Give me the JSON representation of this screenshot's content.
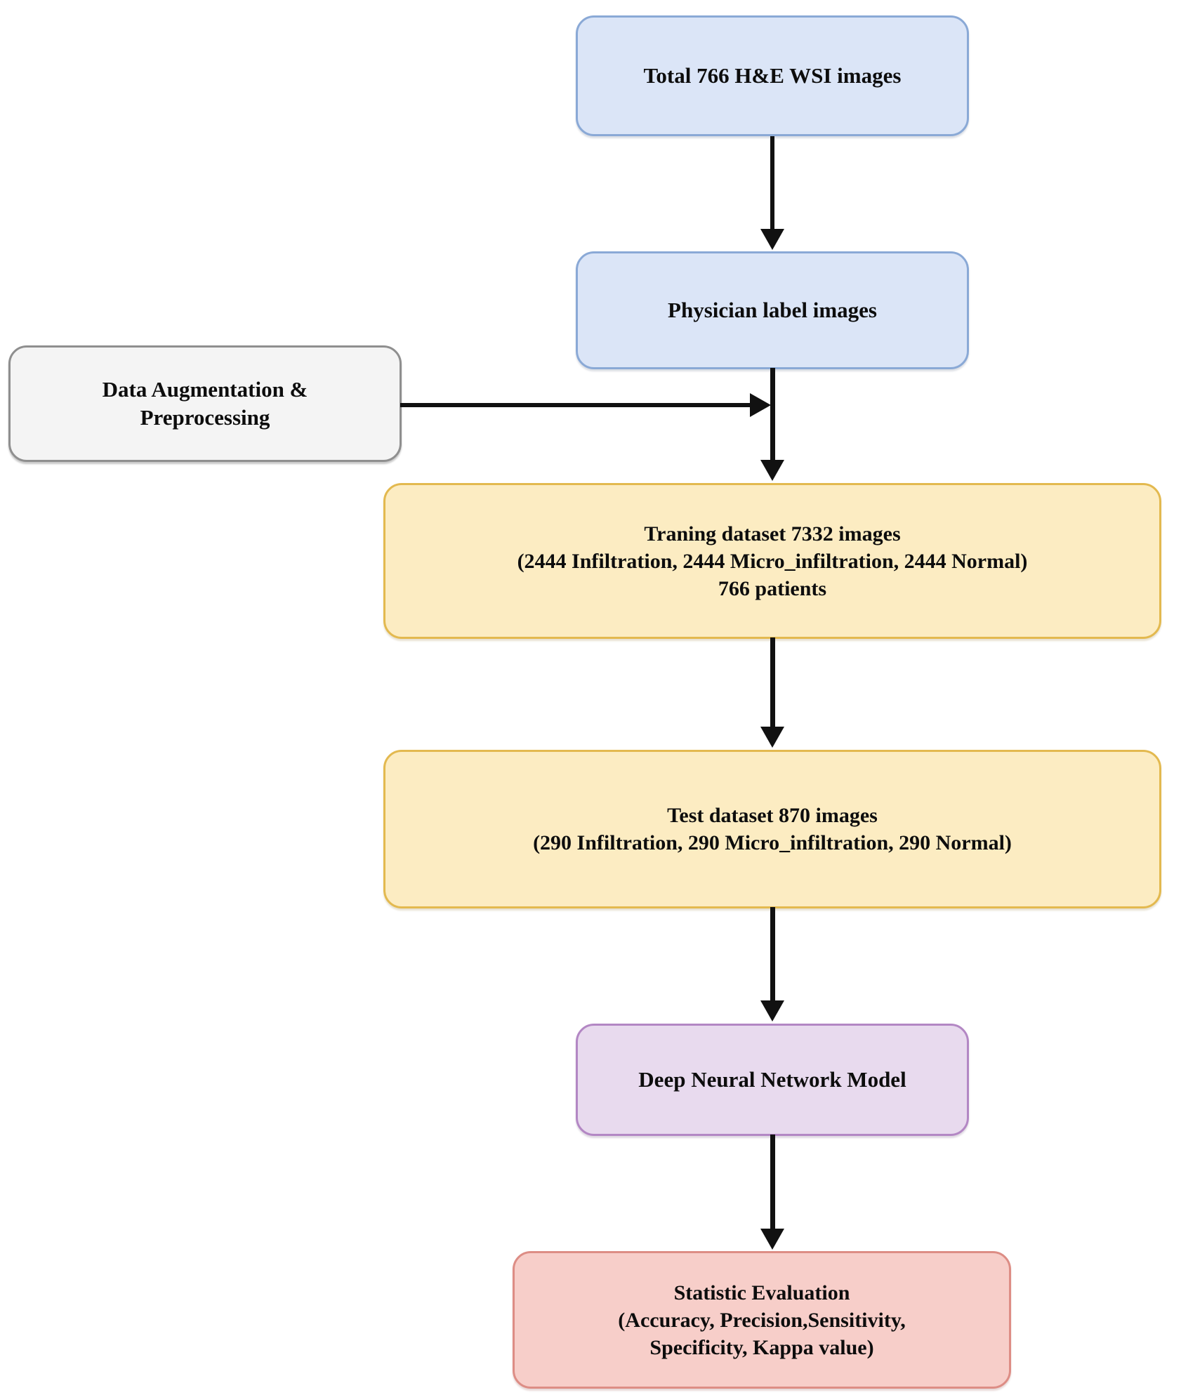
{
  "diagram": {
    "title": "Study workflow flowchart",
    "type": "flowchart",
    "nodes": [
      {
        "id": "total-wsi",
        "label": "Total 766 H&E WSI images",
        "color": "#dbe5f7",
        "border": "#8aa9d6"
      },
      {
        "id": "physician-label",
        "label": "Physician label images",
        "color": "#dbe5f7",
        "border": "#8aa9d6"
      },
      {
        "id": "data-augmentation",
        "label": "Data Augmentation &\nPreprocessing",
        "color": "#f4f4f4",
        "border": "#8f8f8f"
      },
      {
        "id": "training-dataset",
        "label": "Traning dataset 7332 images\n(2444 Infiltration,  2444  Micro_infiltration, 2444 Normal)\n766 patients",
        "color": "#fcecc2",
        "border": "#e3b94f"
      },
      {
        "id": "test-dataset",
        "label": "Test dataset  870 images\n(290 Infiltration,  290  Micro_infiltration, 290 Normal)",
        "color": "#fcecc2",
        "border": "#e3b94f"
      },
      {
        "id": "dnn-model",
        "label": "Deep Neural Network Model",
        "color": "#e8daee",
        "border": "#b387c4"
      },
      {
        "id": "statistic-evaluation",
        "label": "Statistic Evaluation\n(Accuracy, Precision,Sensitivity,\nSpecificity, Kappa value)",
        "color": "#f7cec9",
        "border": "#dd8d85"
      }
    ],
    "edges": [
      {
        "id": "e1",
        "from": "total-wsi",
        "to": "physician-label",
        "direction": "down"
      },
      {
        "id": "e2",
        "from": "data-augmentation",
        "to": "training-dataset",
        "direction": "right"
      },
      {
        "id": "e3",
        "from": "physician-label",
        "to": "training-dataset",
        "direction": "down"
      },
      {
        "id": "e4",
        "from": "training-dataset",
        "to": "test-dataset",
        "direction": "down"
      },
      {
        "id": "e5",
        "from": "test-dataset",
        "to": "dnn-model",
        "direction": "down"
      },
      {
        "id": "e6",
        "from": "dnn-model",
        "to": "statistic-evaluation",
        "direction": "down"
      }
    ]
  }
}
